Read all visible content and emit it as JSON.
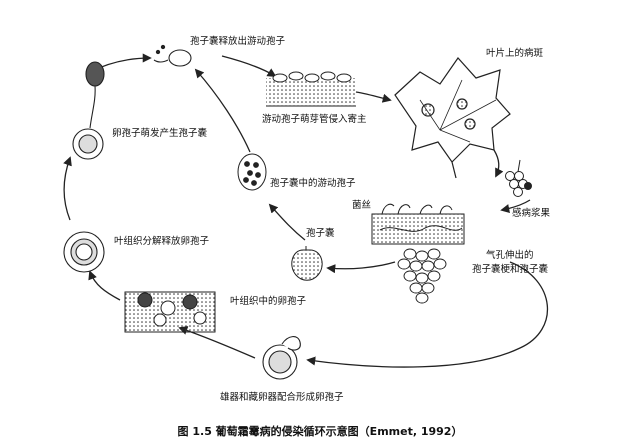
{
  "labels": {
    "sporangium_release": "孢子囊释放出游动孢子",
    "leaf_lesion": "叶片上的病斑",
    "zoospore_germ": "游动孢子萌芽管侵入寄主",
    "oospore_germinate": "卵孢子萌发产生孢子囊",
    "zoospore_in_sporangium": "孢子囊中的游动孢子",
    "mycelium": "菌丝",
    "infected_fruit": "感病浆果",
    "leaf_decompose": "叶组织分解释放卵孢子",
    "sporangium": "孢子囊",
    "stomata_line1": "气孔伸出的",
    "stomata_line2": "孢子囊梗和孢子囊",
    "oospore_in_leaf": "叶组织中的卵孢子",
    "fusion": "雄器和藏卵器配合形成卵孢子"
  },
  "caption": "图 1.5  葡萄霜霉病的侵染循环示意图（Emmet, 1992）"
}
